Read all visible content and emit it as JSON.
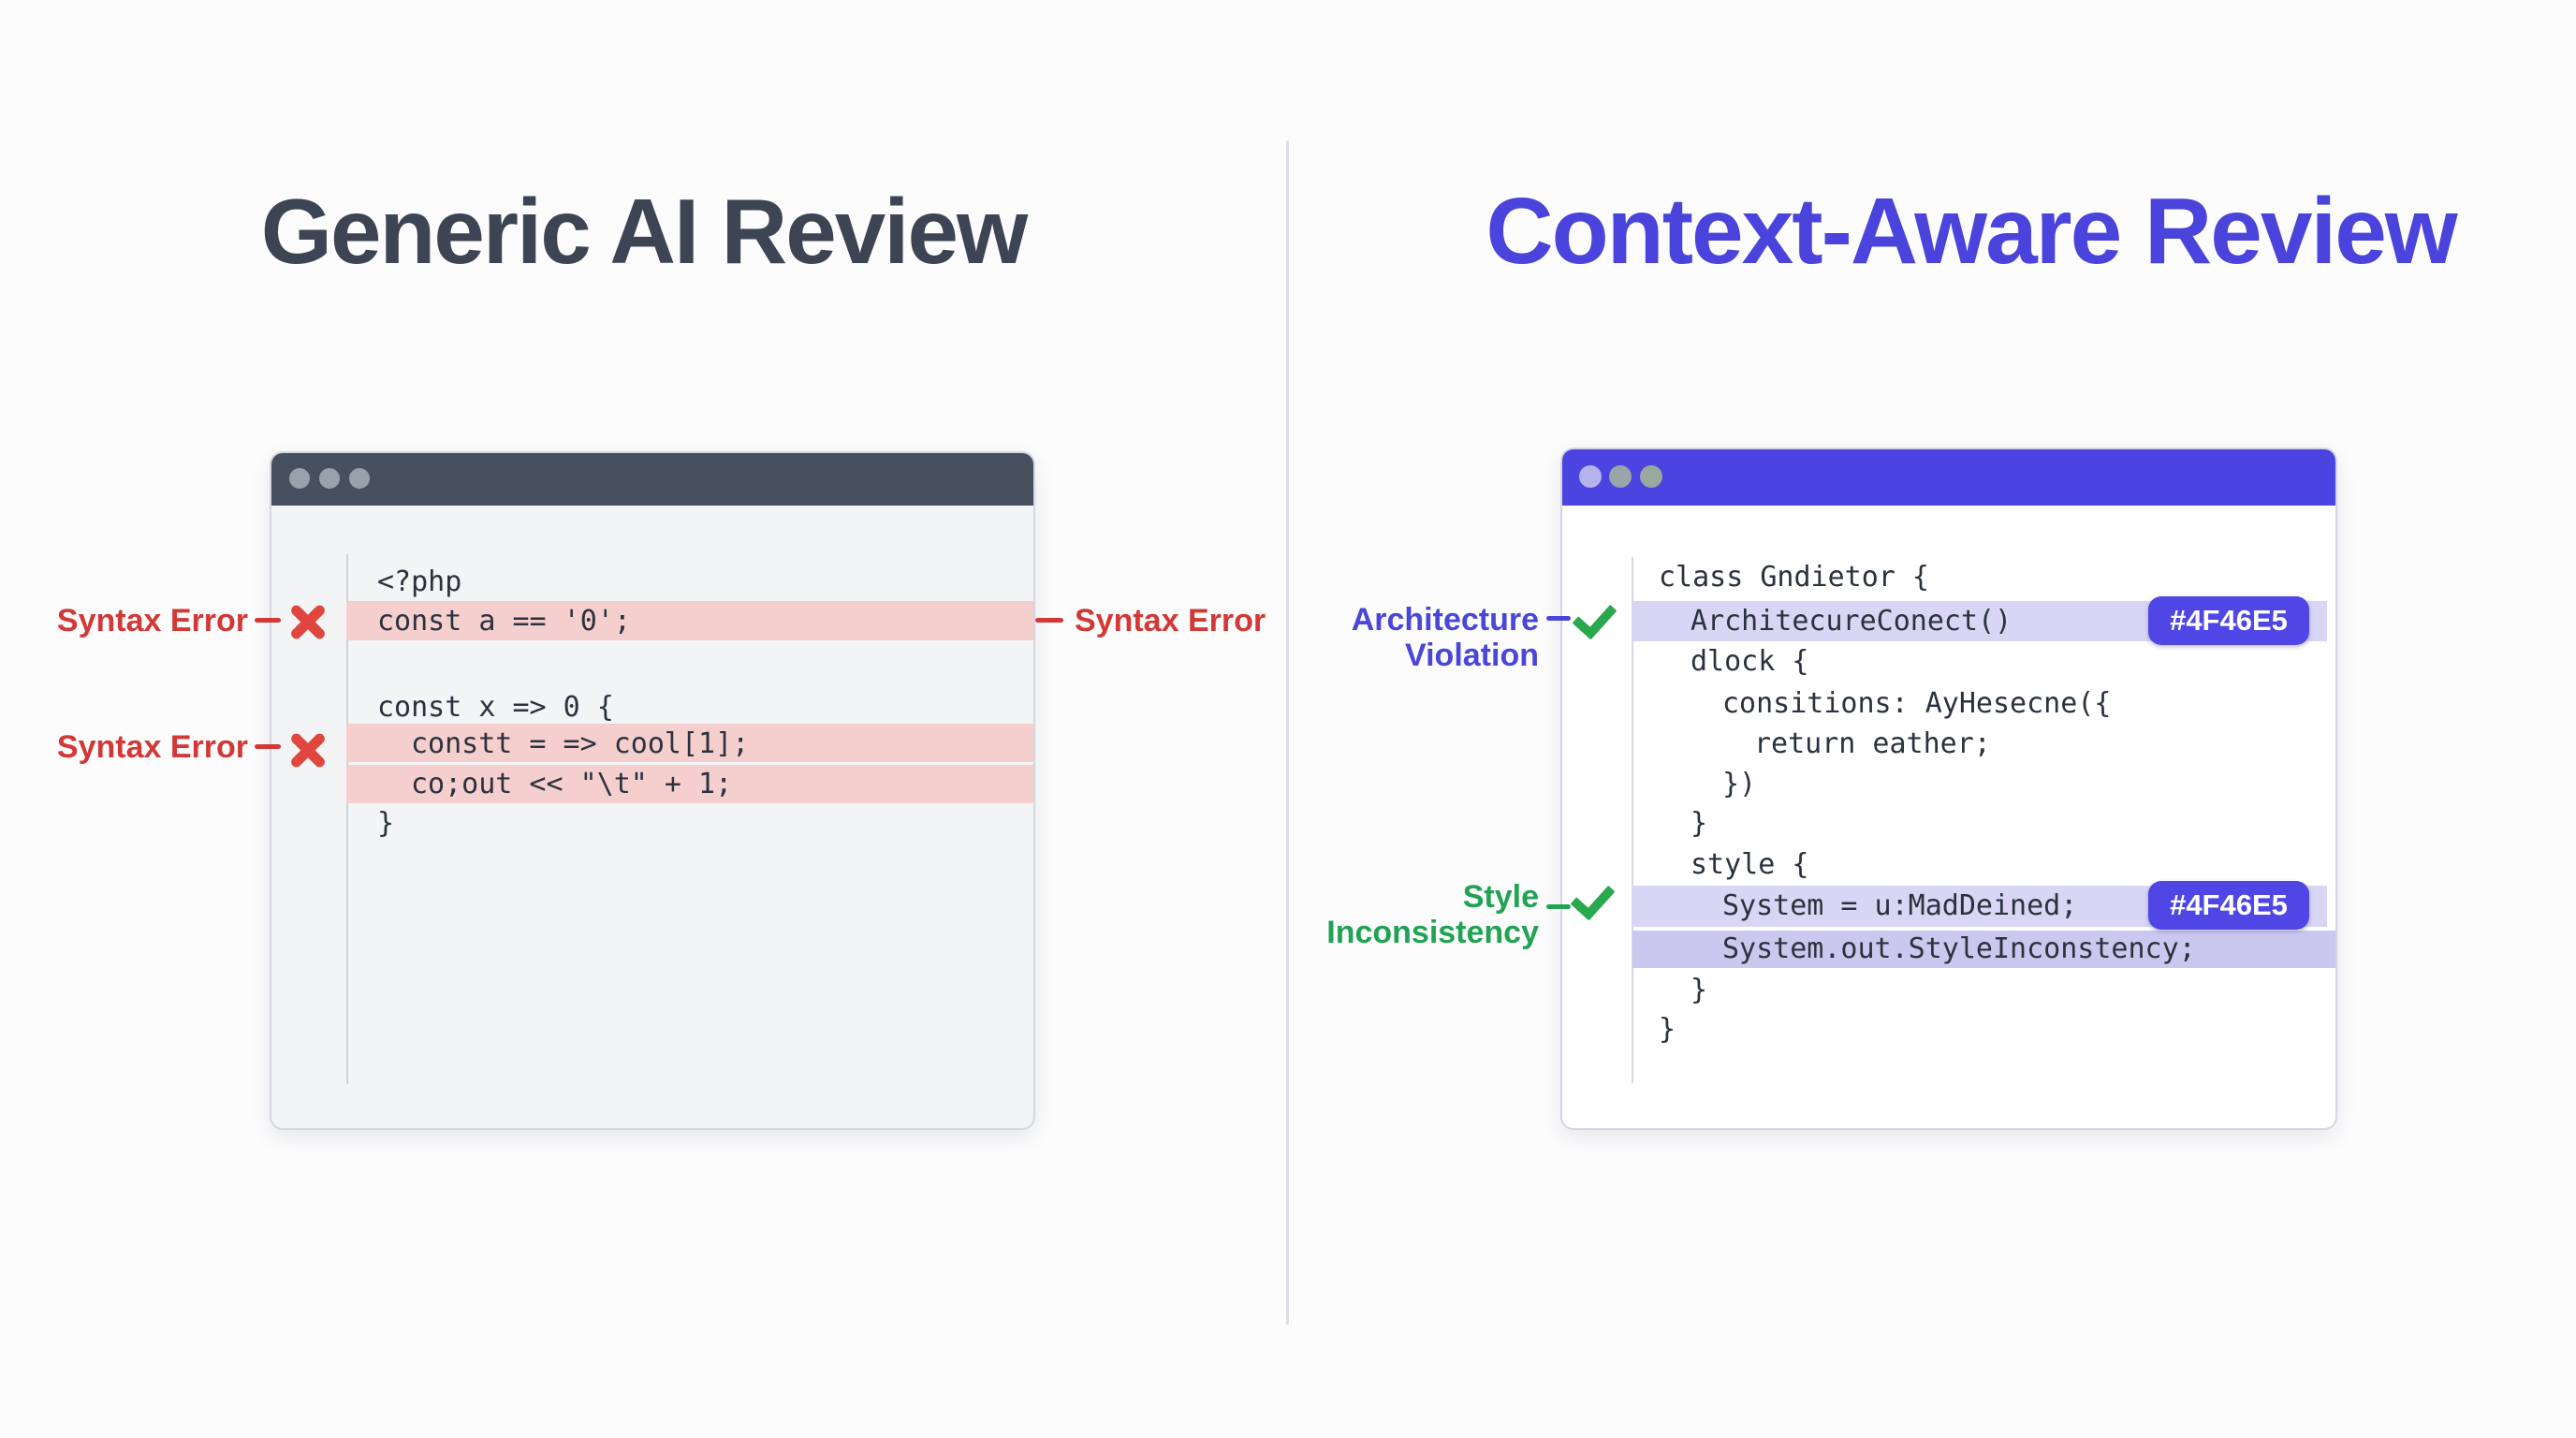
{
  "titles": {
    "left": "Generic AI Review",
    "right": "Context-Aware Review"
  },
  "left_window": {
    "lines": {
      "l1": "<?php",
      "l2": "const a == '0';",
      "l4": "const x => 0 {",
      "l5": "constt = => cool[1];",
      "l6": "co;out << \"\\t\" + 1;",
      "l7": "}"
    }
  },
  "left_annotations": {
    "a1": "Syntax Error",
    "a2": "Syntax Error",
    "a3": "Syntax Error"
  },
  "right_window": {
    "lines": {
      "l1": "class Gndietor {",
      "l2": "ArchitecureConect()",
      "l3": "dlock {",
      "l4": "consitions: AyHesecne({",
      "l5": "return eather;",
      "l6": "})",
      "l7": "}",
      "l8": "style {",
      "l9": "System = u:MadDeined;",
      "l10": "System.out.StyleInconstency;",
      "l11": "}",
      "l12": "}"
    },
    "badge1": "#4F46E5",
    "badge2": "#4F46E5"
  },
  "right_annotations": {
    "arch1": "Architecture",
    "arch2": "Violation",
    "style1": "Style",
    "style2": "Inconsistency"
  },
  "colors": {
    "accent_indigo": "#4F46E5",
    "error_red": "#D23936",
    "success_green": "#21A353",
    "left_titlebar": "#47505F",
    "right_titlebar": "#4B44E0"
  }
}
